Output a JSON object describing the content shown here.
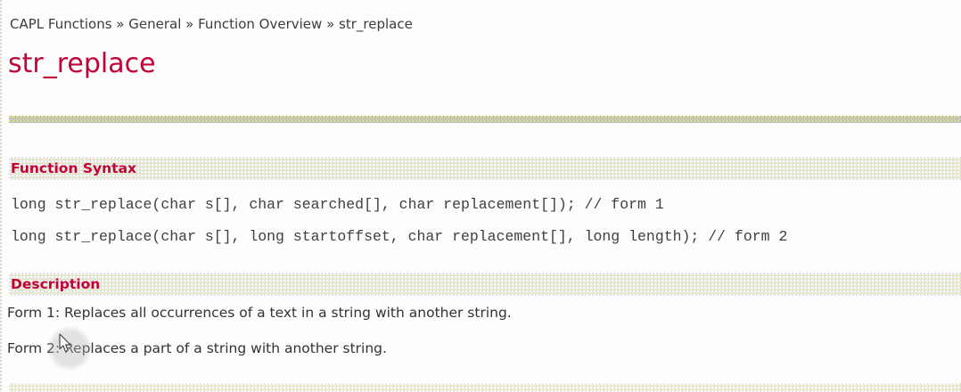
{
  "page": {
    "background_color": "#fdfdfd",
    "accent_red": "#c00339",
    "text_color": "#3c3c3c",
    "section_bar_color": "#cdd2e0",
    "divider_color": "#a9a9a9"
  },
  "breadcrumb": {
    "items": [
      {
        "label": "CAPL Functions",
        "sep": " » "
      },
      {
        "label": "General",
        "sep": " » "
      },
      {
        "label": "Function Overview",
        "sep": " » "
      },
      {
        "label": "str_replace",
        "sep": ""
      }
    ]
  },
  "title": "str_replace",
  "sections": {
    "function_syntax": {
      "heading": "Function Syntax",
      "code_lines": [
        "long str_replace(char s[], char searched[], char replacement[]); // form 1",
        "long str_replace(char s[], long startoffset, char replacement[], long length); // form 2"
      ]
    },
    "description": {
      "heading": "Description",
      "paragraphs": [
        "Form 1: Replaces all occurrences of a text in a string with another string.",
        "Form 2: Replaces a part of a string with another string."
      ]
    }
  },
  "cursor": {
    "type": "arrow-pointer"
  }
}
